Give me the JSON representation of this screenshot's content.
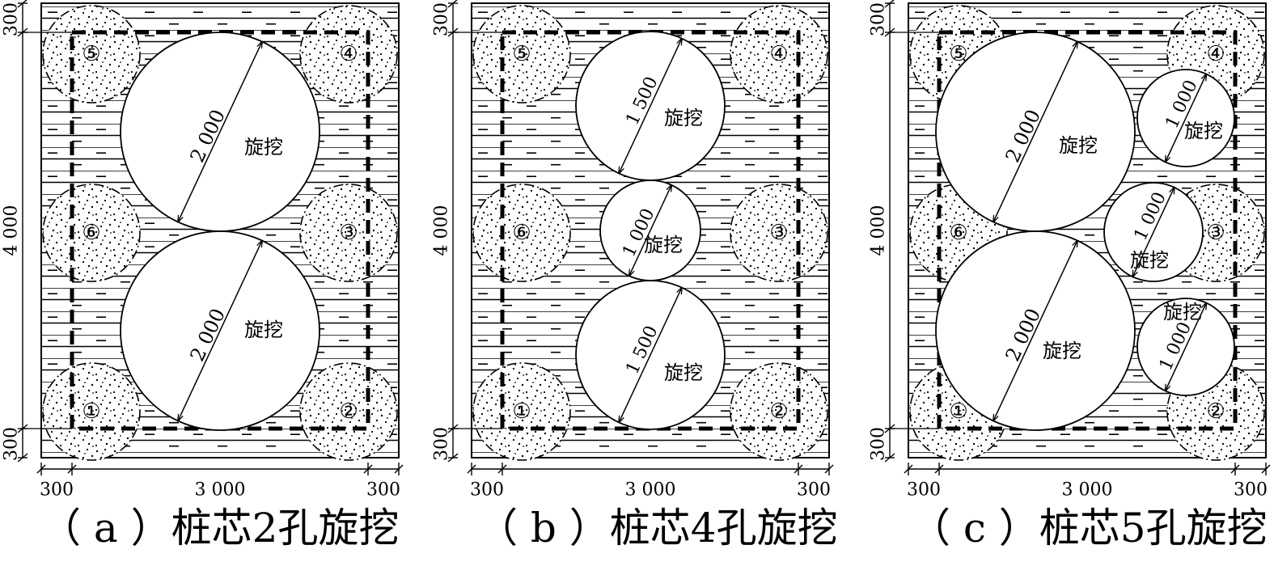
{
  "colors": {
    "ink": "#000000",
    "paper": "#ffffff"
  },
  "dims": {
    "left": "300",
    "middle": "3 000",
    "right": "300",
    "top": "300",
    "height": "4 000",
    "bottom": "300"
  },
  "panels": [
    {
      "caption": "（ a ）桩芯2孔旋挖",
      "piles": [
        "①",
        "②",
        "③",
        "④",
        "⑤",
        "⑥"
      ],
      "holes": [
        {
          "diameter": "2 000",
          "label": "旋挖"
        },
        {
          "diameter": "2 000",
          "label": "旋挖"
        }
      ]
    },
    {
      "caption": "（ b ）桩芯4孔旋挖",
      "piles": [
        "①",
        "②",
        "③",
        "④",
        "⑤",
        "⑥"
      ],
      "holes": [
        {
          "diameter": "1 500",
          "label": "旋挖"
        },
        {
          "diameter": "1 000",
          "label": "旋挖"
        },
        {
          "diameter": "1 500",
          "label": "旋挖"
        }
      ]
    },
    {
      "caption": "（ c ）桩芯5孔旋挖",
      "piles": [
        "①",
        "②",
        "③",
        "④",
        "⑤",
        "⑥"
      ],
      "holes": [
        {
          "diameter": "2 000",
          "label": "旋挖"
        },
        {
          "diameter": "2 000",
          "label": "旋挖"
        },
        {
          "diameter": "1 000",
          "label": "旋挖"
        },
        {
          "diameter": "1 000",
          "label": "旋挖"
        },
        {
          "diameter": "1 000",
          "label": "旋挖"
        }
      ]
    }
  ]
}
